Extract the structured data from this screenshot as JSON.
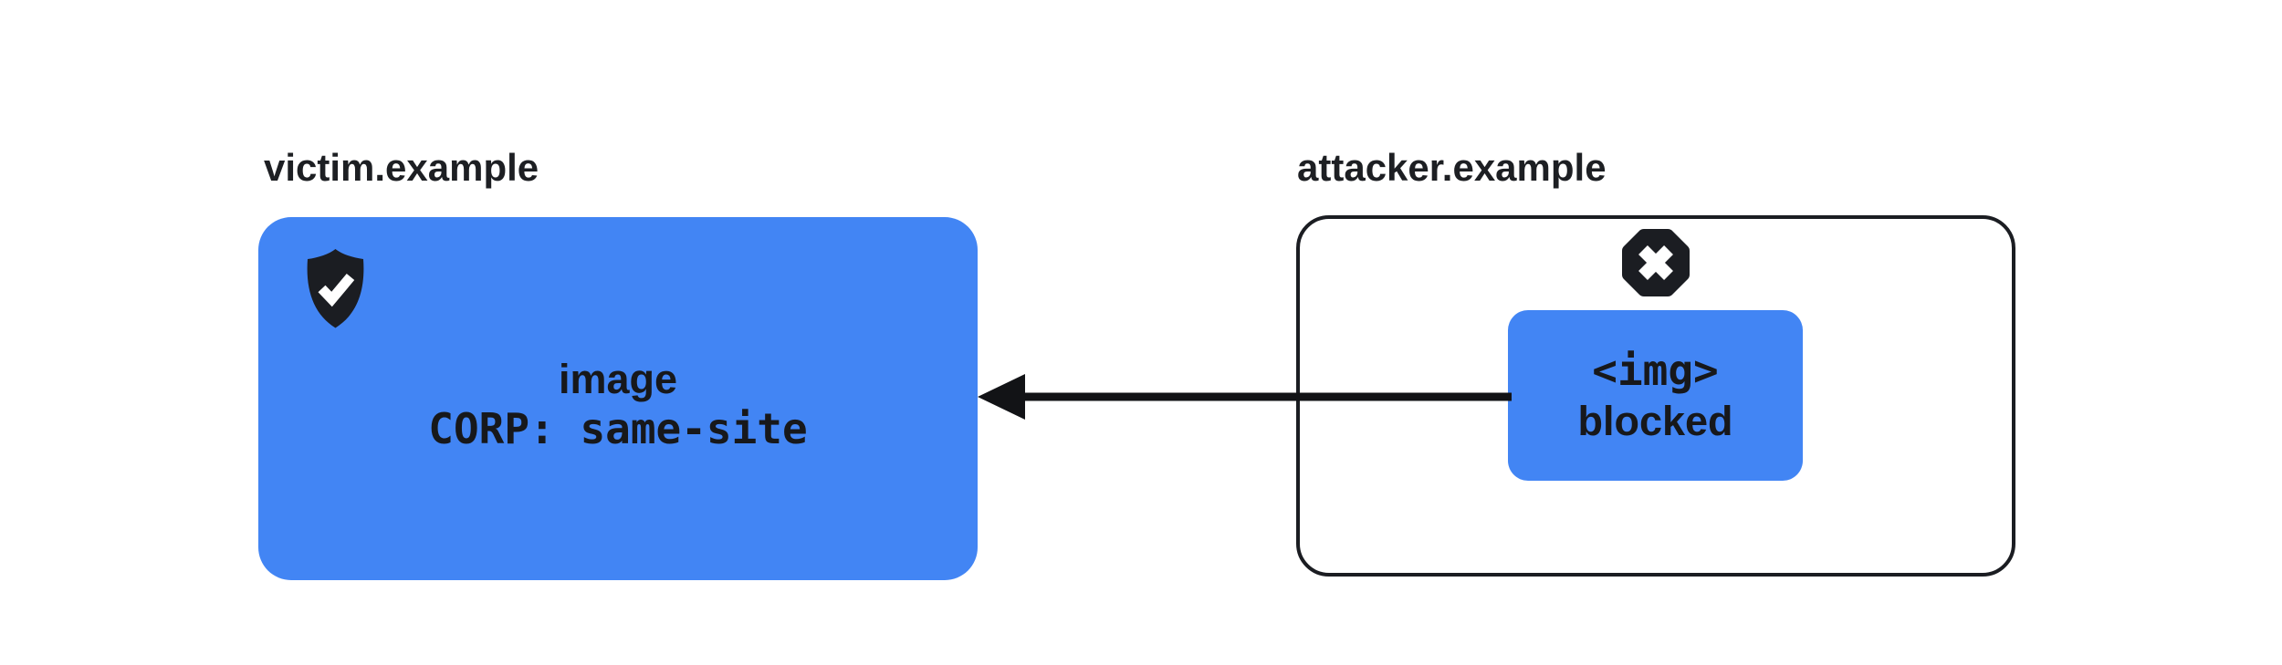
{
  "diagram": {
    "victim": {
      "label": "victim.example",
      "resource_line1": "image",
      "resource_line2": "CORP: same-site",
      "badge_icon": "shield-check-icon"
    },
    "attacker": {
      "label": "attacker.example",
      "request_line1": "<img>",
      "request_line2": "blocked",
      "badge_icon": "octagon-x-icon"
    },
    "arrow": {
      "direction": "right-to-left",
      "from": "attacker img request",
      "to": "victim image"
    },
    "colors": {
      "accent_blue": "#4285f4",
      "dark": "#1b1d22",
      "background": "#ffffff"
    }
  }
}
